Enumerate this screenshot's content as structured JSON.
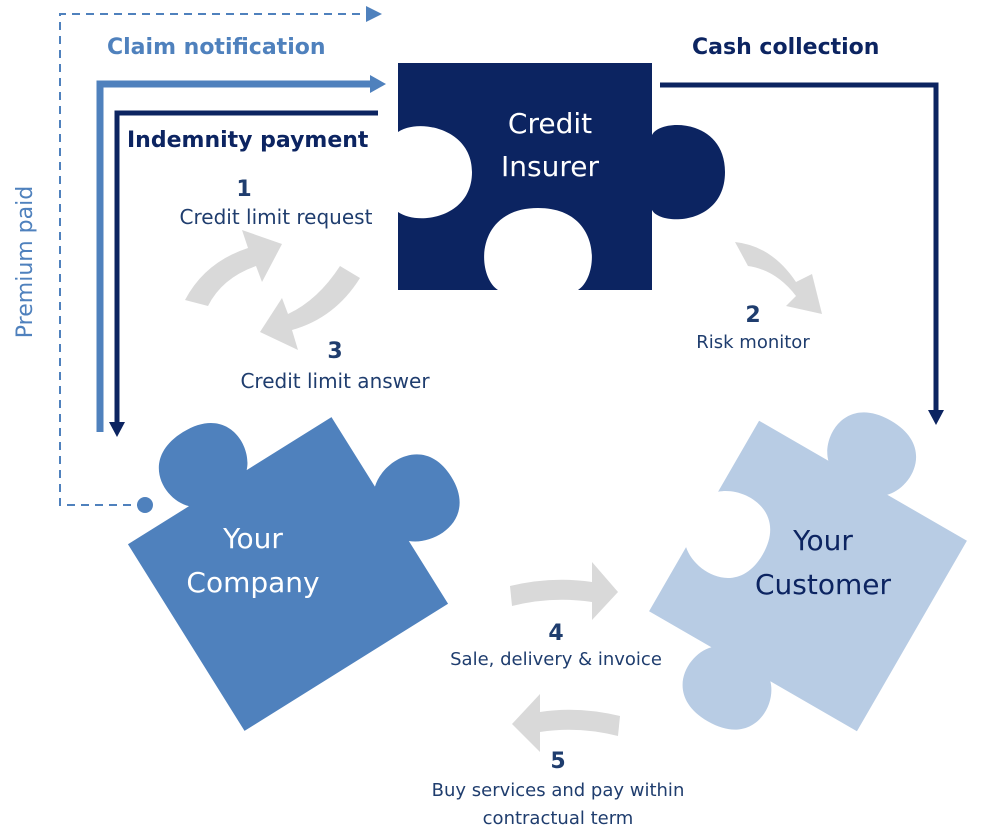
{
  "colors": {
    "navy": "#0c2461",
    "mid_blue": "#4f81bd",
    "light_blue": "#b8cce4",
    "text_blue": "#1f3d6e",
    "gray_arrow": "#d9d9d9",
    "white": "#ffffff"
  },
  "pieces": {
    "insurer": {
      "line1": "Credit",
      "line2": "Insurer"
    },
    "company": {
      "line1": "Your",
      "line2": "Company"
    },
    "customer": {
      "line1": "Your",
      "line2": "Customer"
    }
  },
  "flows": {
    "claim_notification": "Claim notification",
    "cash_collection": "Cash collection",
    "indemnity_payment": "Indemnity payment",
    "premium_paid": "Premium paid"
  },
  "steps": [
    {
      "number": "1",
      "label": "Credit limit request"
    },
    {
      "number": "2",
      "label": "Risk monitor"
    },
    {
      "number": "3",
      "label": "Credit limit answer"
    },
    {
      "number": "4",
      "label": "Sale, delivery & invoice"
    },
    {
      "number": "5",
      "label_line1": "Buy services and pay within",
      "label_line2": "contractual term"
    }
  ]
}
